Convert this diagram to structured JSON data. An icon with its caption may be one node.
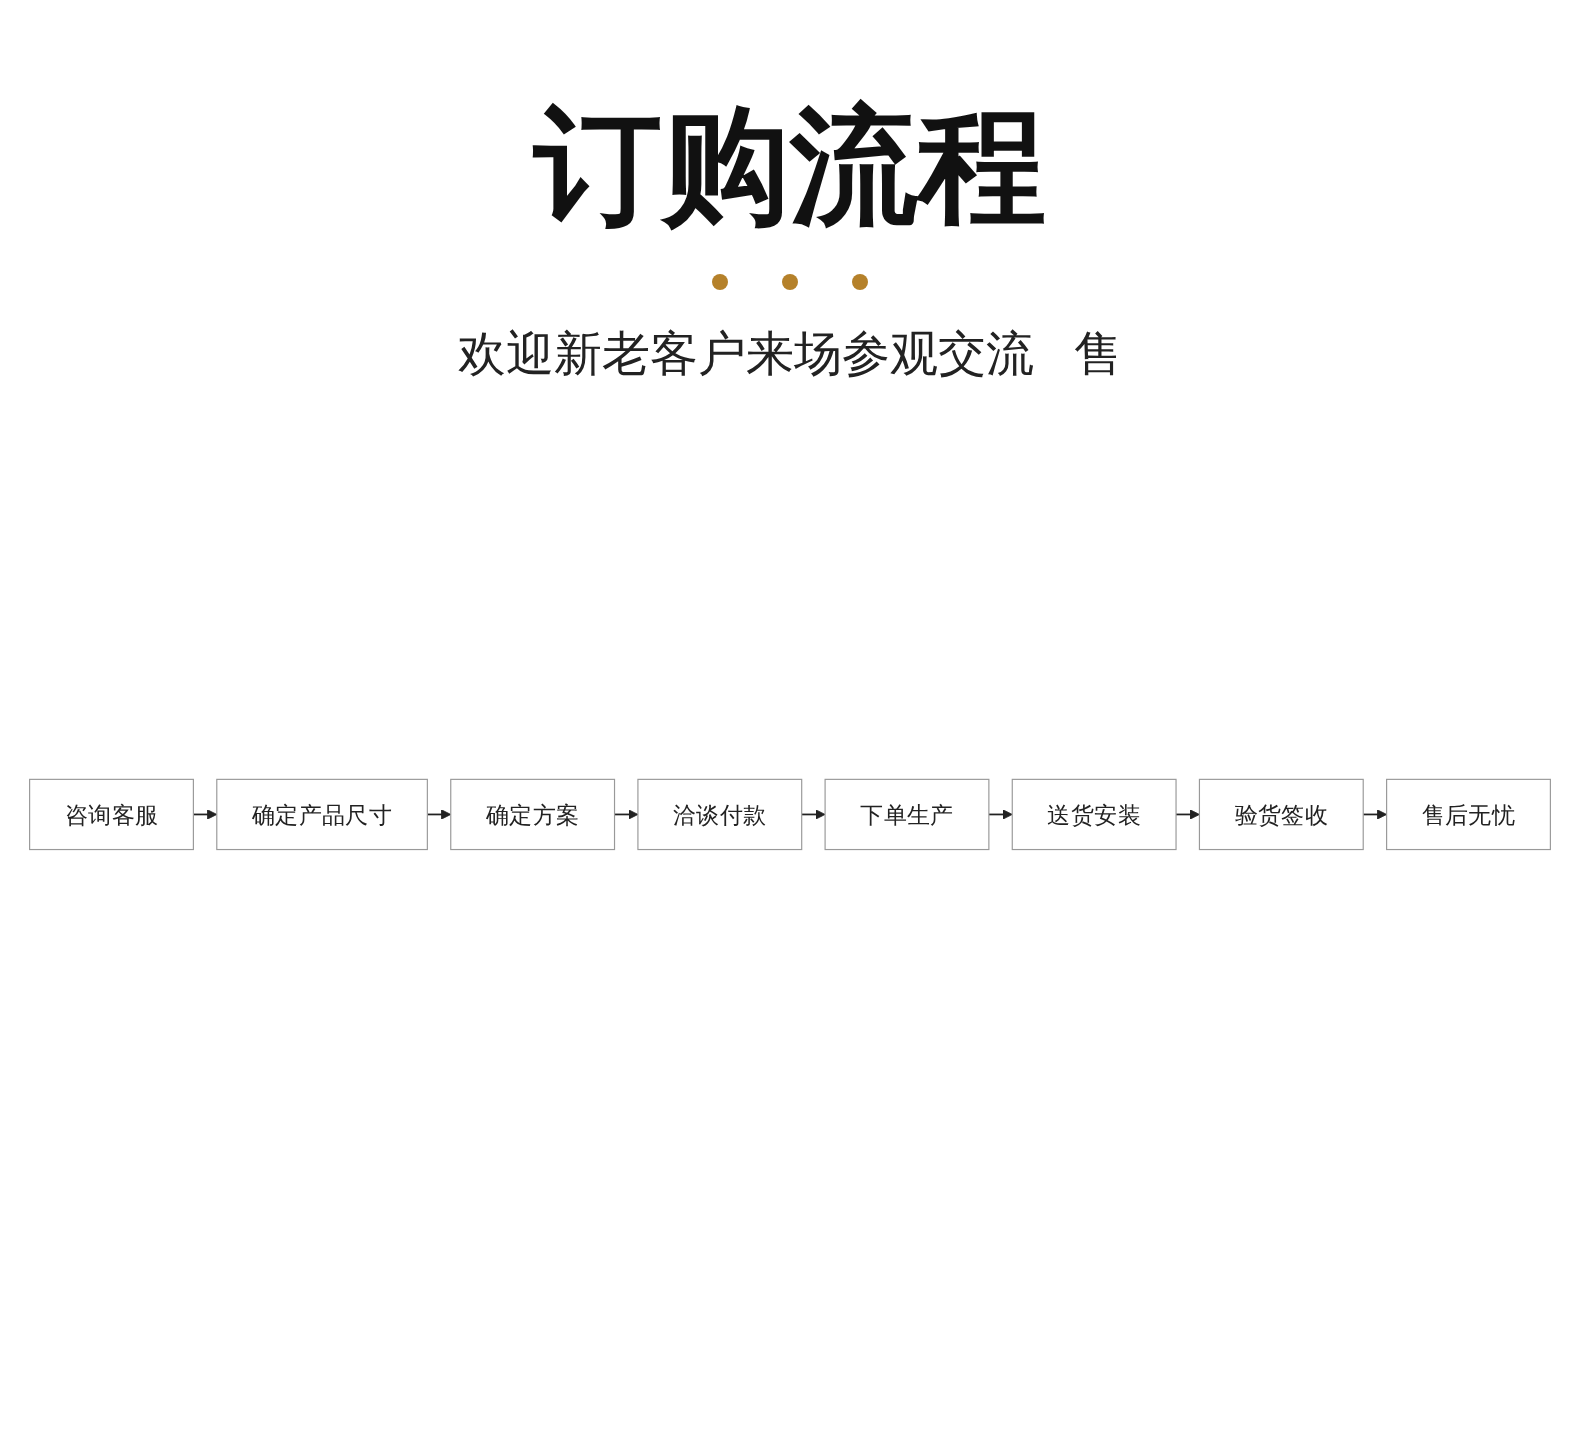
{
  "diagram": {
    "title": "订购流程",
    "nodes": [
      {
        "text": [
          "咨询客服"
        ]
      },
      {
        "text": [
          "确定产品尺寸"
        ]
      },
      {
        "text": [
          "确定方案"
        ]
      },
      {
        "text": [
          "洽谈付款"
        ]
      },
      {
        "text": [
          "下单生产"
        ]
      },
      {
        "text": [
          "送货安装"
        ]
      },
      {
        "text": [
          "验货签收"
        ]
      },
      {
        "text": [
          "售后无忧"
        ]
      }
    ],
    "edges": [
      {
        "from": 0,
        "to": 1,
        "arrow": "to"
      },
      {
        "from": 1,
        "to": 2,
        "arrow": "to"
      },
      {
        "from": 2,
        "to": 3,
        "arrow": "to"
      },
      {
        "from": 3,
        "to": 4,
        "arrow": "to"
      },
      {
        "from": 4,
        "to": 5,
        "arrow": "to"
      },
      {
        "from": 5,
        "to": 6,
        "arrow": "to"
      },
      {
        "from": 6,
        "to": 7,
        "arrow": "to"
      }
    ],
    "labels": [
      "欢迎新老客户来场参观交流",
      "售"
    ]
  }
}
